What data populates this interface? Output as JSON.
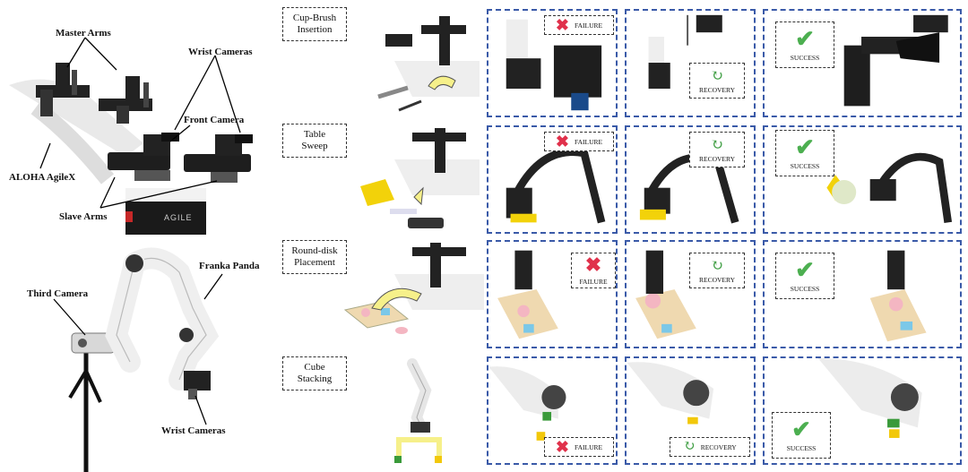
{
  "colors": {
    "panel_border": "#3a5aa8",
    "failure": "#e0314b",
    "recovery": "#43a047",
    "success": "#4caf50",
    "highlight": "#f6f08a"
  },
  "left": {
    "aloha_labels": {
      "master_arms": "Master Arms",
      "wrist_cameras": "Wrist Cameras",
      "front_camera": "Front Camera",
      "aloha_agilex": "ALOHA AgileX",
      "slave_arms": "Slave Arms",
      "base_brand": "AGILE"
    },
    "franka_labels": {
      "franka_panda": "Franka Panda",
      "third_camera": "Third Camera",
      "wrist_cameras": "Wrist Cameras"
    }
  },
  "tasks": [
    {
      "title_line1": "Cup-Brush",
      "title_line2": "Insertion"
    },
    {
      "title_line1": "Table",
      "title_line2": "Sweep"
    },
    {
      "title_line1": "Round-disk",
      "title_line2": "Placement"
    },
    {
      "title_line1": "Cube",
      "title_line2": "Stacking"
    }
  ],
  "outcomes": {
    "failure": "FAILURE",
    "recovery": "RECOVERY",
    "success": "SUCCESS"
  },
  "icons": {
    "failure": "x-mark-icon",
    "recovery": "cycle-arrows-icon",
    "success": "check-mark-icon"
  }
}
